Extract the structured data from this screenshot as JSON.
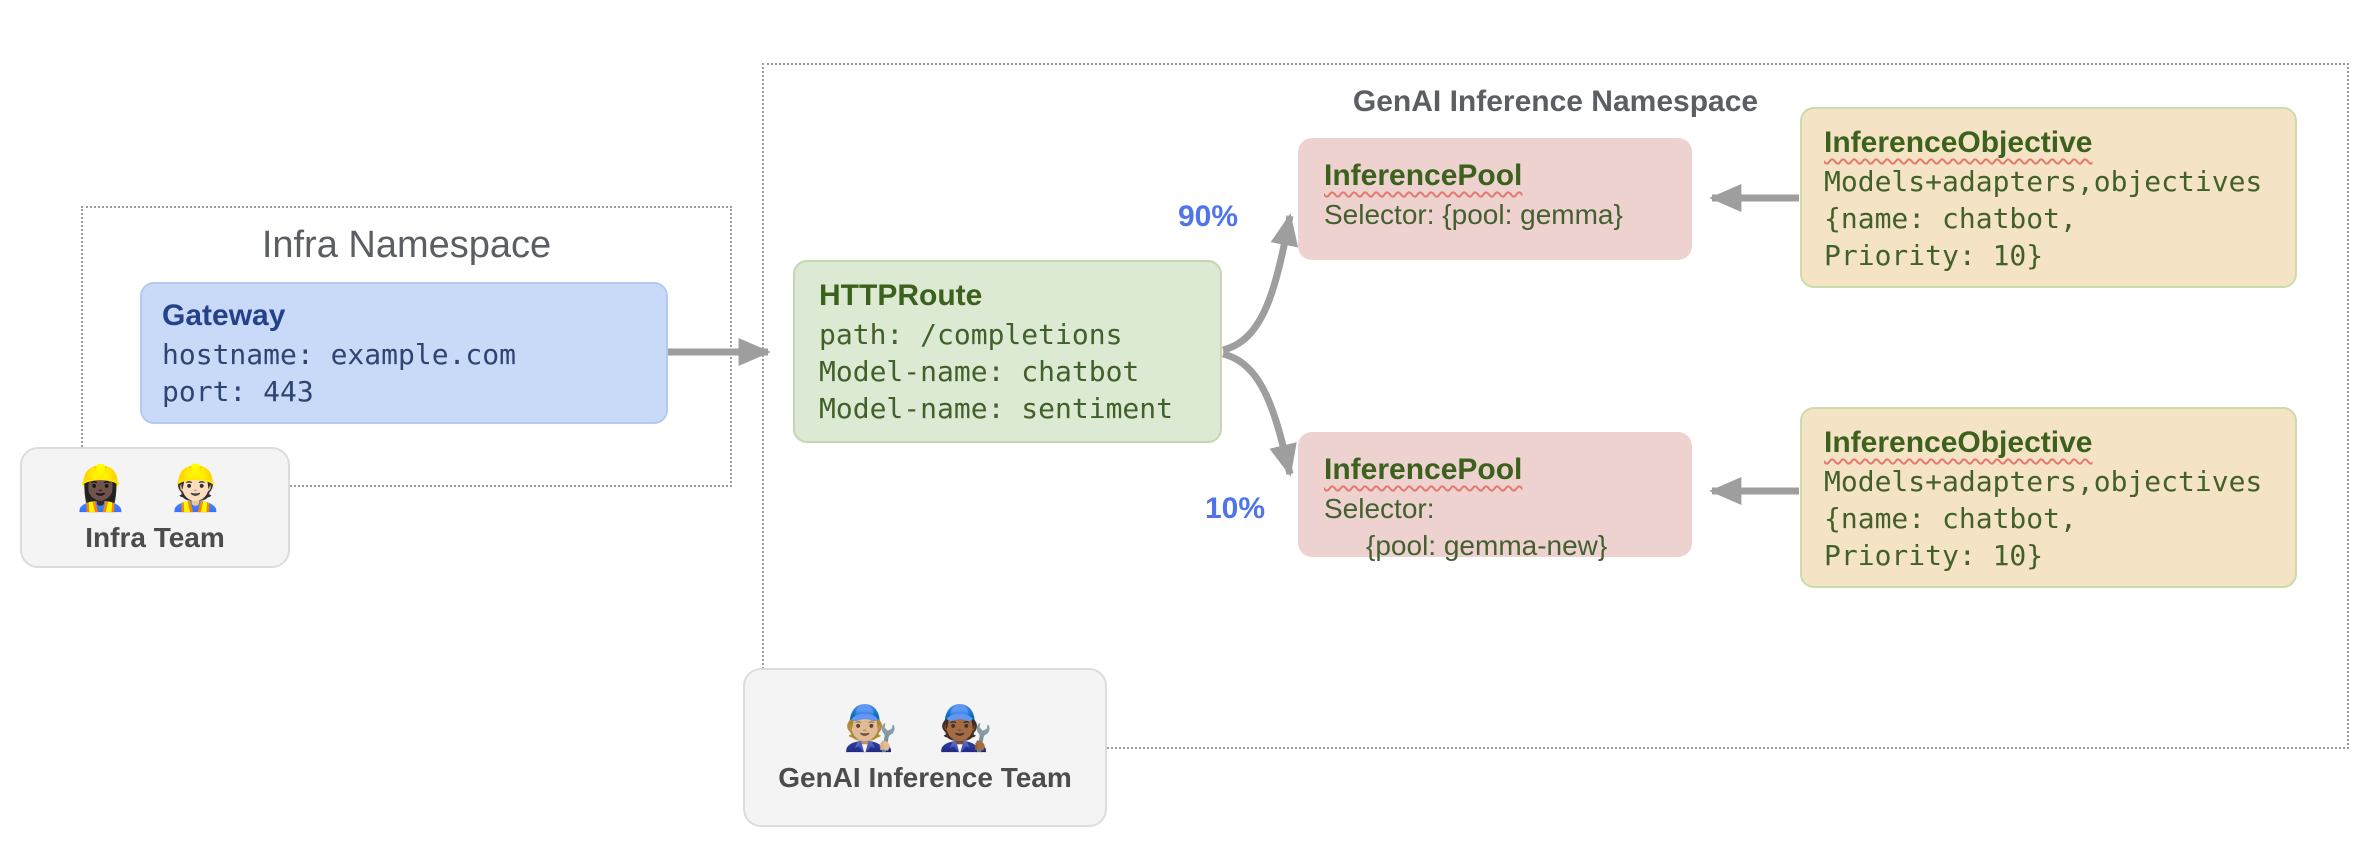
{
  "colors": {
    "arrow_gray": "#9e9e9e",
    "percent_blue": "#4f75e8",
    "gateway_fill": "#c9daf8",
    "httproute_fill": "#dce9d3",
    "inference_pool_fill": "#edd2cf",
    "inference_objective_fill": "#f5e3c5",
    "team_fill": "#f4f4f4",
    "namespace_border": "#9b9b9b",
    "squiggle_red": "#e47a6d"
  },
  "infra_namespace": {
    "title": "Infra Namespace",
    "gateway": {
      "title": "Gateway",
      "line1": "hostname: example.com",
      "line2": "port: 443"
    }
  },
  "genai_namespace": {
    "title": "GenAI Inference Namespace",
    "httproute": {
      "title": "HTTPRoute",
      "line1": "path: /completions",
      "line2": "Model-name: chatbot",
      "line3": "Model-name: sentiment"
    },
    "pool_top": {
      "title": "InferencePool",
      "line1": "Selector: {pool: gemma}"
    },
    "pool_bottom": {
      "title": "InferencePool",
      "line1": "Selector:",
      "line2": "{pool: gemma-new}"
    },
    "objective_top": {
      "title": "InferenceObjective",
      "line1": "Models+adapters,objectives",
      "line2": "{name: chatbot,",
      "line3": "Priority: 10}"
    },
    "objective_bottom": {
      "title": "InferenceObjective",
      "line1": "Models+adapters,objectives",
      "line2": "{name: chatbot,",
      "line3": "Priority: 10}"
    },
    "split_top": "90%",
    "split_bottom": "10%"
  },
  "teams": {
    "infra": {
      "emojis": "👷🏿‍♀️ 👷🏻",
      "label": "Infra Team"
    },
    "genai": {
      "emojis": "🧑🏼‍🔧 🧑🏾‍🔧",
      "label": "GenAI Inference Team"
    }
  }
}
